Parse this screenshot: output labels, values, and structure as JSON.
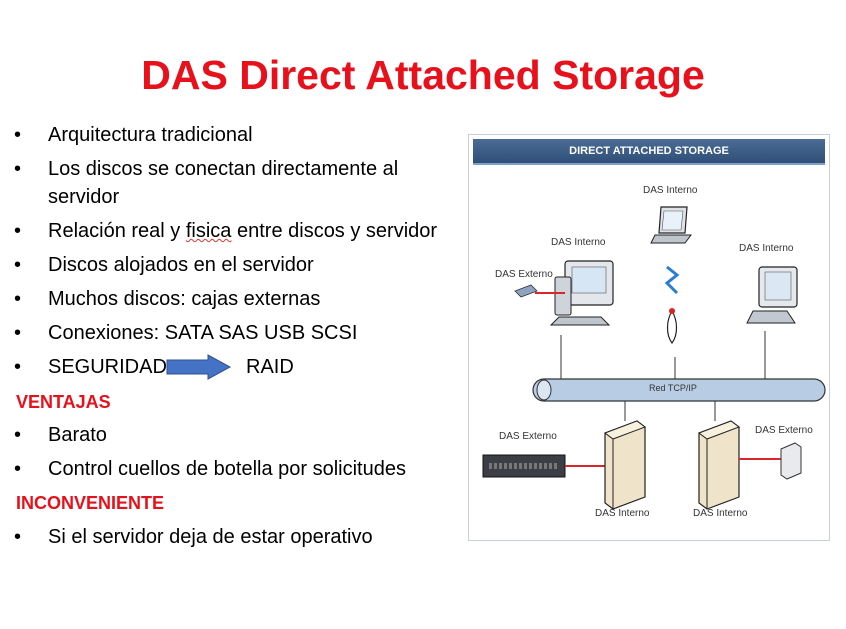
{
  "slide": {
    "title": "DAS Direct Attached Storage",
    "bullets_main": [
      "Arquitectura tradicional",
      "Los discos se conectan directamente al",
      "servidor",
      "Relación real y ",
      "fisica",
      " entre discos y servidor",
      "Discos alojados en el servidor",
      "Muchos discos: cajas externas",
      "Conexiones: SATA SAS USB SCSI",
      "SEGURIDAD",
      "RAID"
    ],
    "ventajas_heading": "VENTAJAS",
    "ventajas": [
      "Barato",
      "Control cuellos de botella por solicitudes"
    ],
    "inconveniente_heading": "INCONVENIENTE",
    "inconveniente": [
      "Si el servidor deja de estar operativo"
    ],
    "bullet_glyph": "•"
  },
  "diagram": {
    "header": "DIRECT ATTACHED STORAGE",
    "network_label": "Red TCP/IP",
    "labels": {
      "das_interno_laptop": "DAS Interno",
      "das_interno_pc": "DAS Interno",
      "das_interno_pc_right": "DAS Interno",
      "das_externo_top": "DAS Externo",
      "das_externo_left": "DAS Externo",
      "das_externo_right": "DAS Externo",
      "das_interno_server1": "DAS Interno",
      "das_interno_server2": "DAS Interno"
    }
  },
  "colors": {
    "title": "#e8101b",
    "heading": "#e8101b",
    "arrow": "#3e6db5",
    "diagram_header": "#355781"
  }
}
